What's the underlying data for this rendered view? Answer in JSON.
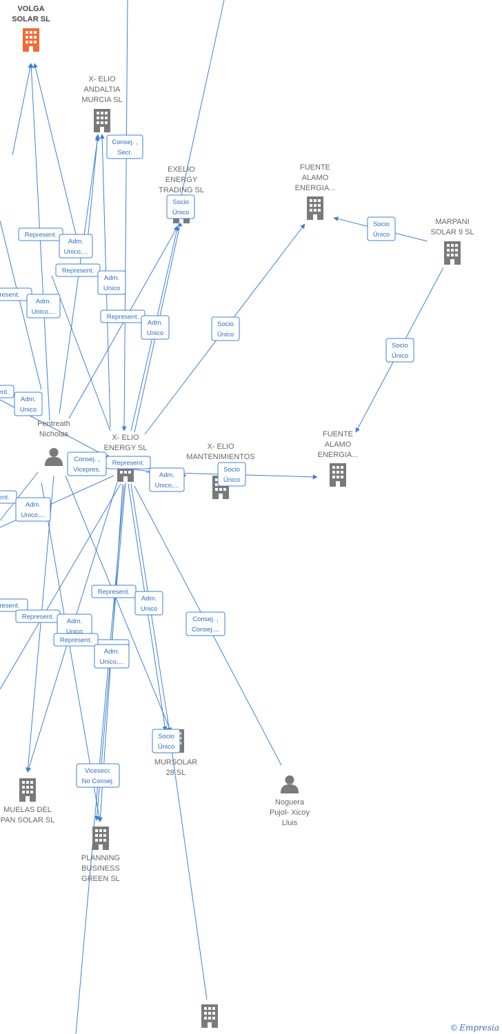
{
  "colors": {
    "edge": "#3f7fd6",
    "node": "#7a7a7a",
    "highlight": "#f26b35",
    "label_text": "#2e6cc4"
  },
  "nodes": [
    {
      "id": "volga",
      "type": "company",
      "highlight": true,
      "lines": [
        "VOLGA",
        "SOLAR SL"
      ]
    },
    {
      "id": "andaltia",
      "type": "company",
      "lines": [
        "X- ELIO",
        "ANDALTIA",
        "MURCIA SL"
      ]
    },
    {
      "id": "exelio",
      "type": "company",
      "lines": [
        "EXELIO",
        "ENERGY",
        "TRADING SL"
      ]
    },
    {
      "id": "fuente1",
      "type": "company",
      "lines": [
        "FUENTE",
        "ALAMO",
        "ENERGIA..."
      ]
    },
    {
      "id": "marpani",
      "type": "company",
      "lines": [
        "MARPANI",
        "SOLAR 9 SL"
      ]
    },
    {
      "id": "fuente2",
      "type": "company",
      "lines": [
        "FUENTE",
        "ALAMO",
        "ENERGIA..."
      ]
    },
    {
      "id": "pentreath",
      "type": "person",
      "lines": [
        "Pentreath",
        "Nicholas"
      ]
    },
    {
      "id": "xelio",
      "type": "company",
      "lines": [
        "X- ELIO",
        "ENERGY SL"
      ]
    },
    {
      "id": "mant",
      "type": "company",
      "lines": [
        "X- ELIO",
        "MANTENIMIENTOS"
      ]
    },
    {
      "id": "mursolar",
      "type": "company",
      "lines": [
        "MURSOLAR",
        "28 SL"
      ]
    },
    {
      "id": "noguera",
      "type": "person",
      "lines": [
        "Noguera",
        "Pujol- Xicoy",
        "Lluis"
      ]
    },
    {
      "id": "muelas",
      "type": "company",
      "lines": [
        "MUELAS DEL",
        "PAN SOLAR SL"
      ]
    },
    {
      "id": "planning",
      "type": "company",
      "lines": [
        "PLANNING",
        "BUSINESS",
        "GREEN SL"
      ]
    },
    {
      "id": "bottom",
      "type": "company",
      "lines": []
    }
  ],
  "edge_labels": [
    [
      "Consej. ,",
      "Secr."
    ],
    [
      "Socio",
      "Único"
    ],
    [
      "Socio",
      "Único"
    ],
    [
      "Socio",
      "Único"
    ],
    [
      "Socio",
      "Único"
    ],
    [
      "Represent."
    ],
    [
      "Adm.",
      "Unico,..."
    ],
    [
      "Represent."
    ],
    [
      "Adm.",
      "Unico"
    ],
    [
      "resent."
    ],
    [
      "Adm.",
      "Unico,..."
    ],
    [
      "Represent."
    ],
    [
      "Adm.",
      "Unico"
    ],
    [
      "ent."
    ],
    [
      "Adm.",
      "Unico"
    ],
    [
      "Consej. ,",
      "Vicepres."
    ],
    [
      "Represent."
    ],
    [
      "Adm.",
      "Unico,..."
    ],
    [
      "Socio",
      "Único"
    ],
    [
      "ent."
    ],
    [
      "Adm.",
      "Unico,..."
    ],
    [
      "Represent."
    ],
    [
      "Adm.",
      "Unico"
    ],
    [
      "Consej. ,",
      "Consej...."
    ],
    [
      "resent."
    ],
    [
      "Represent."
    ],
    [
      "Adm.",
      "Unico"
    ],
    [
      "Adm.",
      "Unico"
    ],
    [
      "Represent."
    ],
    [
      "Adm.",
      "Unico,..."
    ],
    [
      "Socio",
      "Único"
    ],
    [
      "Vicesecr.",
      "No Consej."
    ]
  ],
  "copyright": {
    "symbol": "©",
    "brand": "Empresia"
  }
}
